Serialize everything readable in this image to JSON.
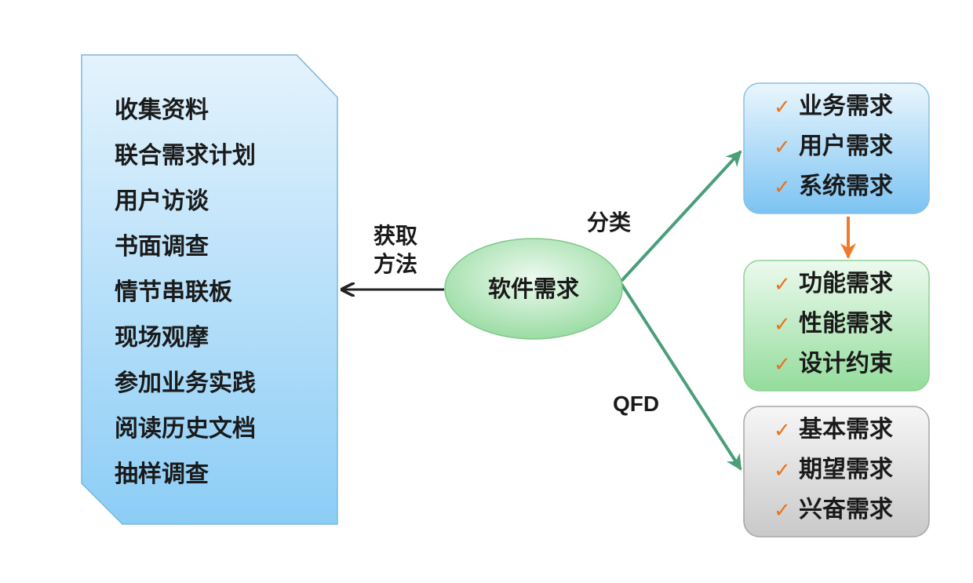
{
  "center_node": "软件需求",
  "acquisition": {
    "edge_label": [
      "获取",
      "方法"
    ],
    "methods": [
      "收集资料",
      "联合需求计划",
      "用户访谈",
      "书面调查",
      "情节串联板",
      "现场观摩",
      "参加业务实践",
      "阅读历史文档",
      "抽样调查"
    ]
  },
  "classification": {
    "edge_label": "分类",
    "items": [
      "业务需求",
      "用户需求",
      "系统需求"
    ]
  },
  "system_breakdown": {
    "items": [
      "功能需求",
      "性能需求",
      "设计约束"
    ]
  },
  "qfd": {
    "edge_label": "QFD",
    "items": [
      "基本需求",
      "期望需求",
      "兴奋需求"
    ]
  },
  "check_glyph": "✓",
  "colors": {
    "doc_fill_top": "#e4f3fd",
    "doc_fill_bottom": "#8ccdf6",
    "blue_box_bottom": "#7cc3f2",
    "green_box_bottom": "#94dc9c",
    "gray_box_bottom": "#c9c9c9",
    "ellipse_fill": "#a9e1b0",
    "green_arrow": "#4a9e7a",
    "orange_arrow": "#ef7a2a",
    "dark_arrow": "#222222",
    "check": "#e8731c"
  }
}
